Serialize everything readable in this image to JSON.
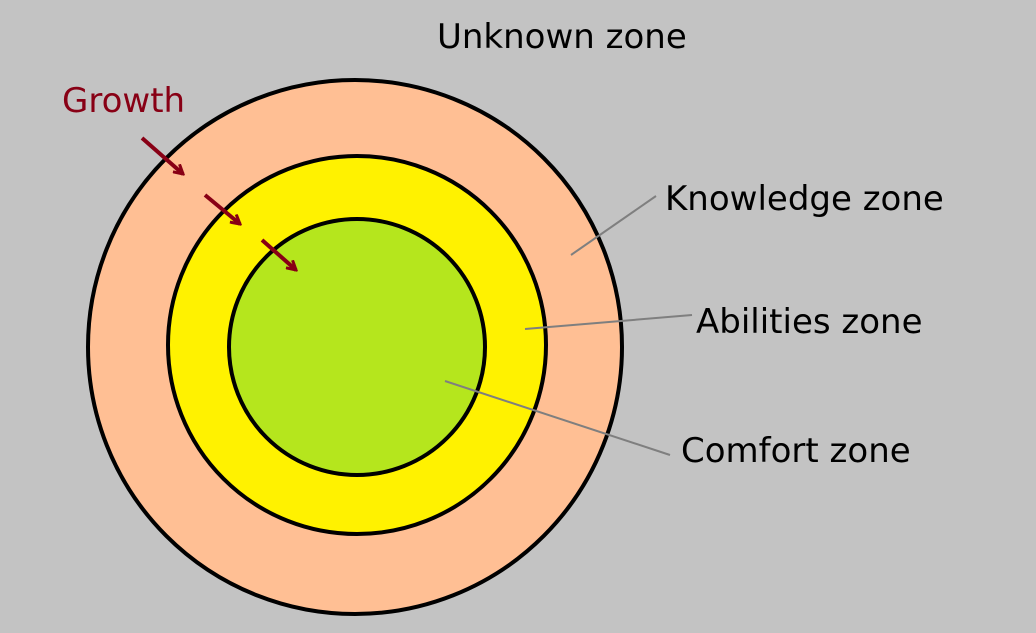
{
  "title": "Unknown zone",
  "zones": [
    {
      "key": "knowledge",
      "label": "Knowledge zone",
      "color": "#ffbf94"
    },
    {
      "key": "abilities",
      "label": "Abilities zone",
      "color": "#fff200"
    },
    {
      "key": "comfort",
      "label": "Comfort zone",
      "color": "#b5e61d"
    }
  ],
  "growth": {
    "label": "Growth",
    "color": "#880015"
  },
  "colors": {
    "background": "#c3c3c3",
    "outline": "#000000",
    "leader_line": "#7f7f7f",
    "label_text": "#000000"
  }
}
